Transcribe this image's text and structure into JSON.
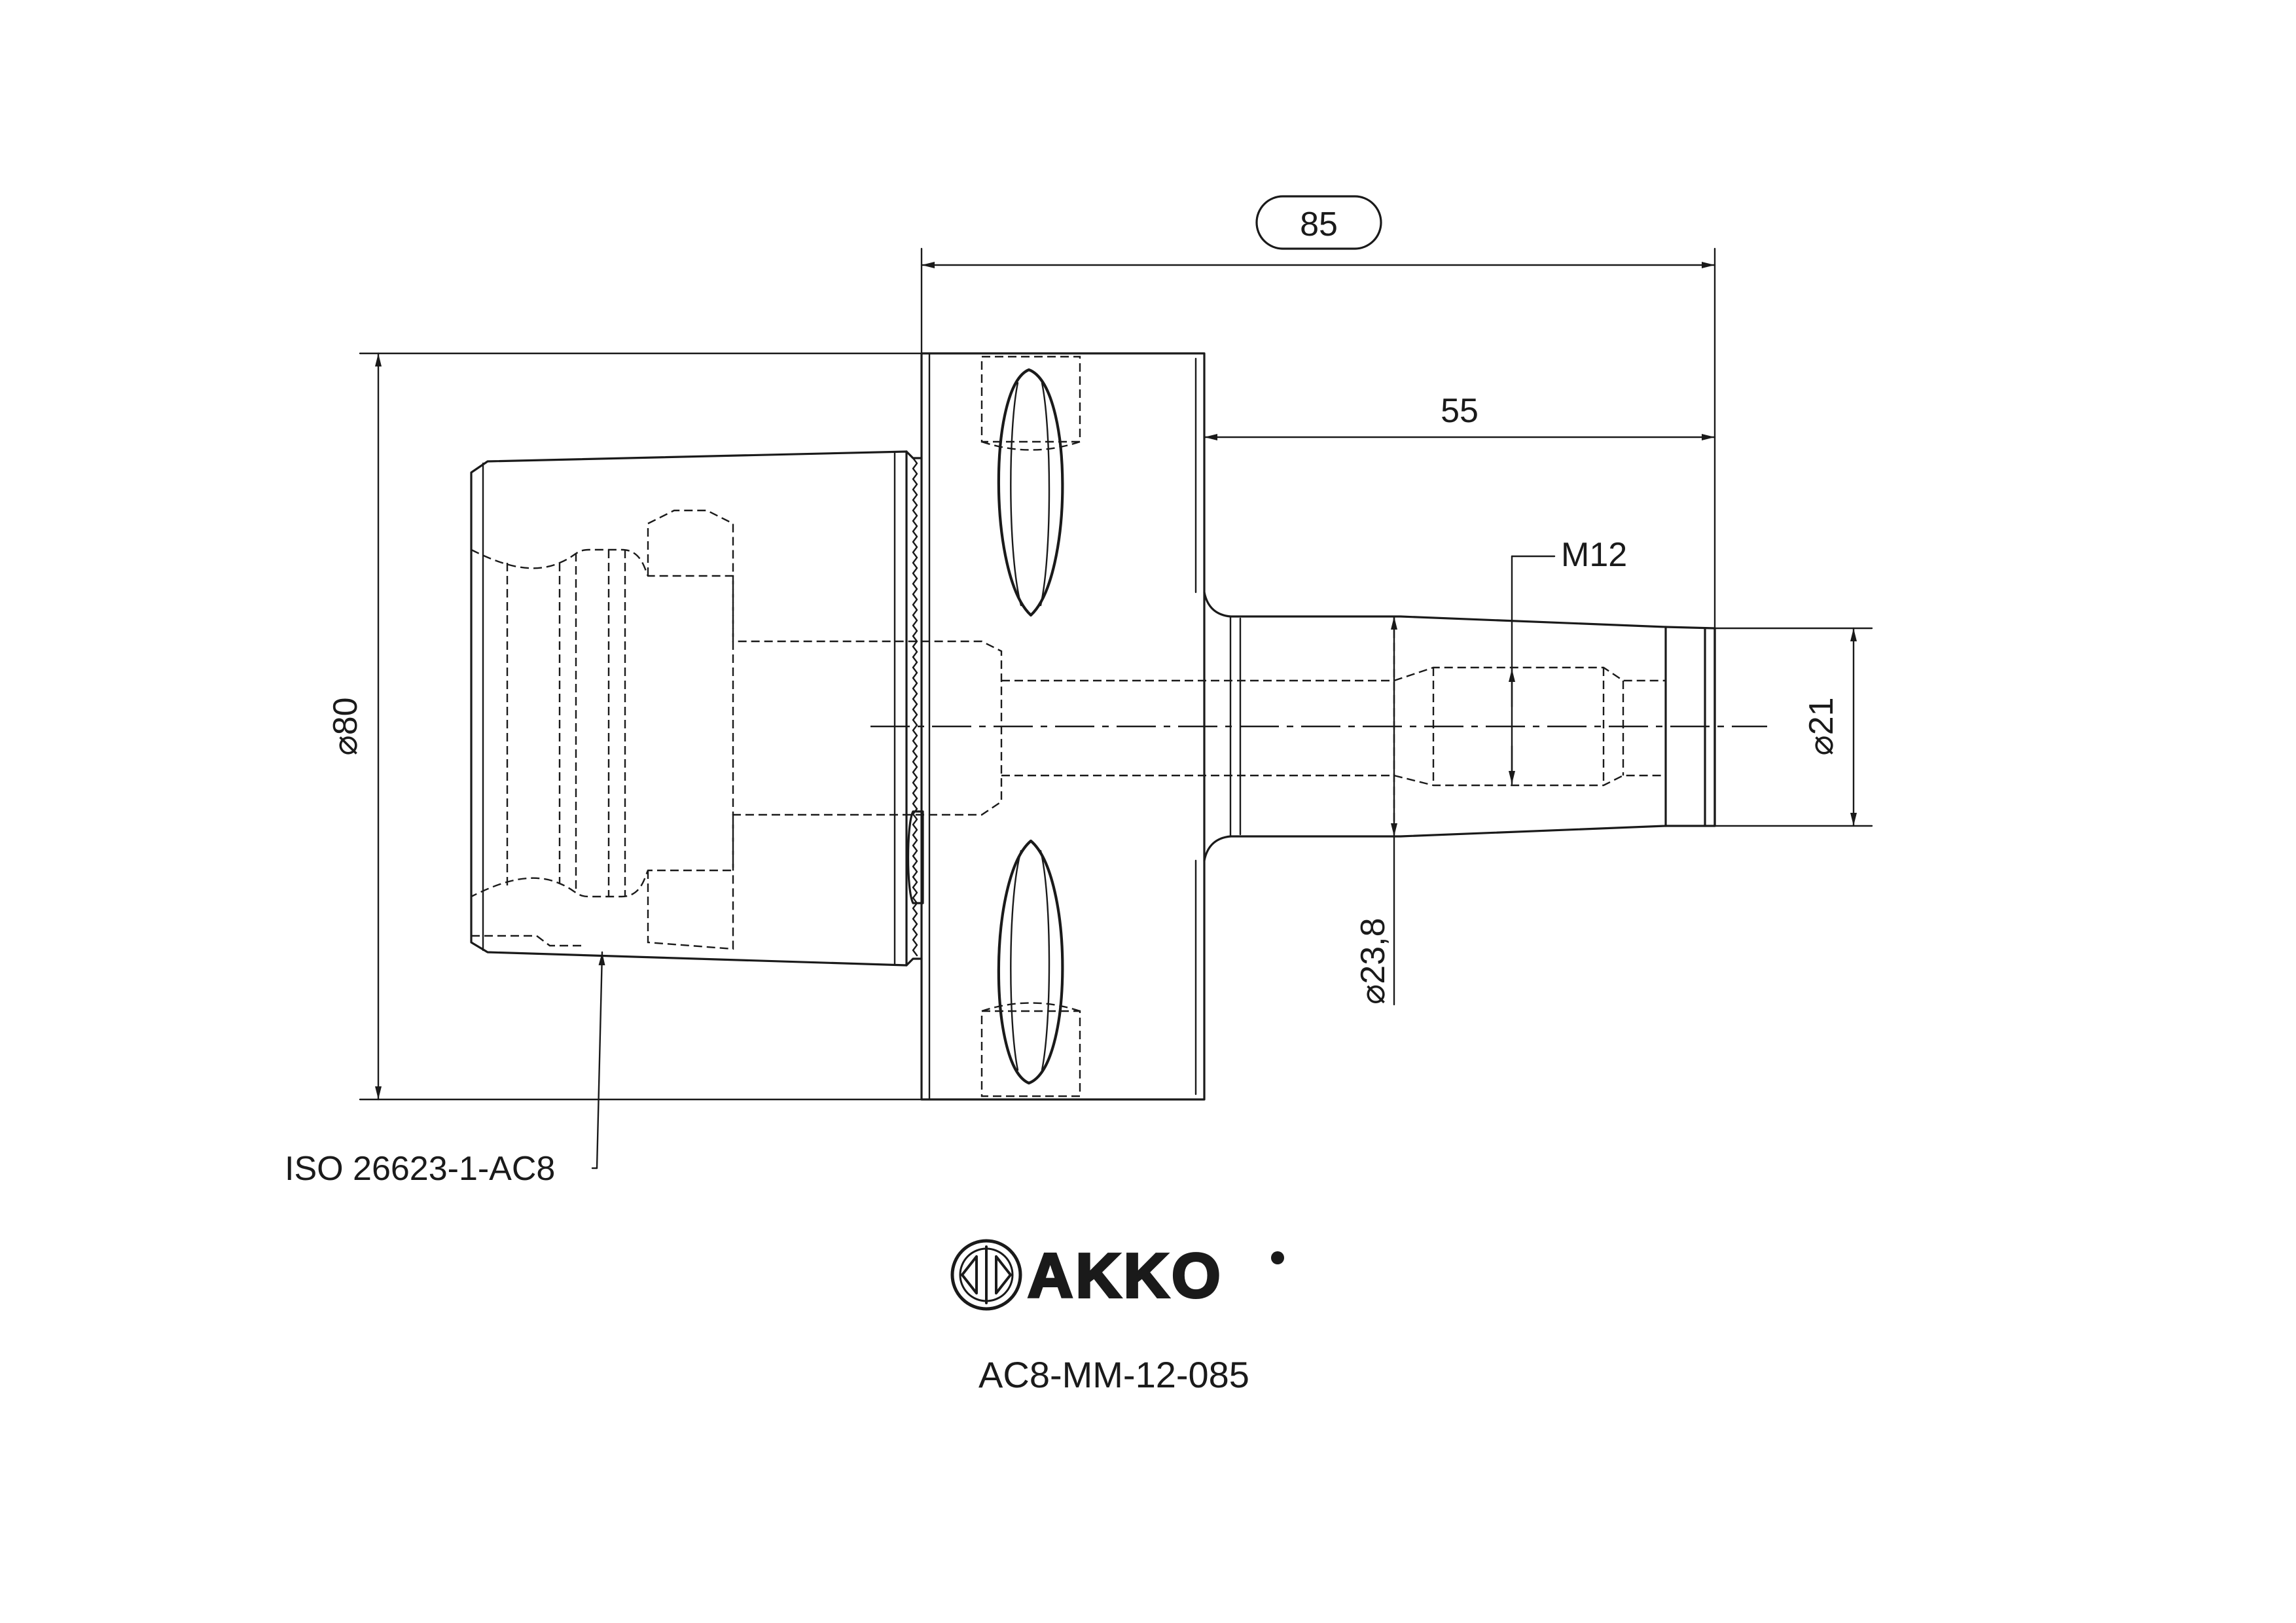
{
  "dimensions": {
    "length_overall": "85",
    "length_projection": "55",
    "thread": "M12",
    "diameter_flange": "⌀80",
    "diameter_shank": "⌀21",
    "diameter_taper": "⌀23,8"
  },
  "callout": {
    "interface": "ISO 26623-1-AC8"
  },
  "logo": {
    "brand": "AKKO"
  },
  "part_number": "AC8-MM-12-085"
}
